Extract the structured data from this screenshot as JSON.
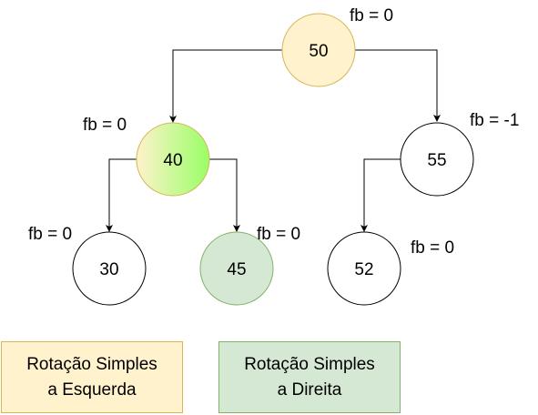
{
  "nodes": [
    {
      "id": "n50",
      "value": "50",
      "fb": "fb = 0"
    },
    {
      "id": "n40",
      "value": "40",
      "fb": "fb = 0"
    },
    {
      "id": "n55",
      "value": "55",
      "fb": "fb = -1"
    },
    {
      "id": "n30",
      "value": "30",
      "fb": "fb = 0"
    },
    {
      "id": "n45",
      "value": "45",
      "fb": "fb = 0"
    },
    {
      "id": "n52",
      "value": "52",
      "fb": "fb = 0"
    }
  ],
  "edges": [
    {
      "from": "50",
      "to": "40"
    },
    {
      "from": "50",
      "to": "55"
    },
    {
      "from": "40",
      "to": "30"
    },
    {
      "from": "40",
      "to": "45"
    },
    {
      "from": "55",
      "to": "52"
    }
  ],
  "legend": {
    "left": {
      "line1": "Rotação Simples",
      "line2": "a Esquerda"
    },
    "right": {
      "line1": "Rotação Simples",
      "line2": "a Direita"
    }
  },
  "colors": {
    "node_50_fill": "#fff2cc",
    "node_50_stroke": "#d6b656",
    "node_40_fill_start": "#fff2cc",
    "node_40_fill_end": "#99ff66",
    "node_40_stroke": "#d6b656",
    "node_45_fill": "#d5e8d4",
    "node_45_stroke": "#82b366",
    "legend_left_fill": "#fff2cc",
    "legend_left_stroke": "#d6b656",
    "legend_right_fill": "#d5e8d4",
    "legend_right_stroke": "#82b366"
  }
}
